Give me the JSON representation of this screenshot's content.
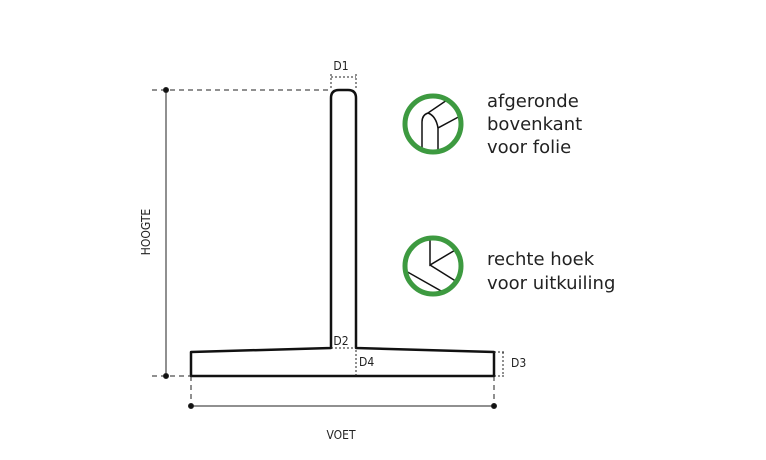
{
  "dimensions": {
    "d1": "D1",
    "d2": "D2",
    "d3": "D3",
    "d4": "D4",
    "height": "HOOGTE",
    "foot": "VOET"
  },
  "features": [
    {
      "icon": "rounded-top-icon",
      "lines": [
        "afgeronde",
        "bovenkant",
        "voor folie"
      ]
    },
    {
      "icon": "right-angle-icon",
      "lines": [
        "rechte hoek",
        "voor uitkuiling"
      ]
    }
  ],
  "colors": {
    "accent": "#3d9a40",
    "line": "#111111"
  }
}
